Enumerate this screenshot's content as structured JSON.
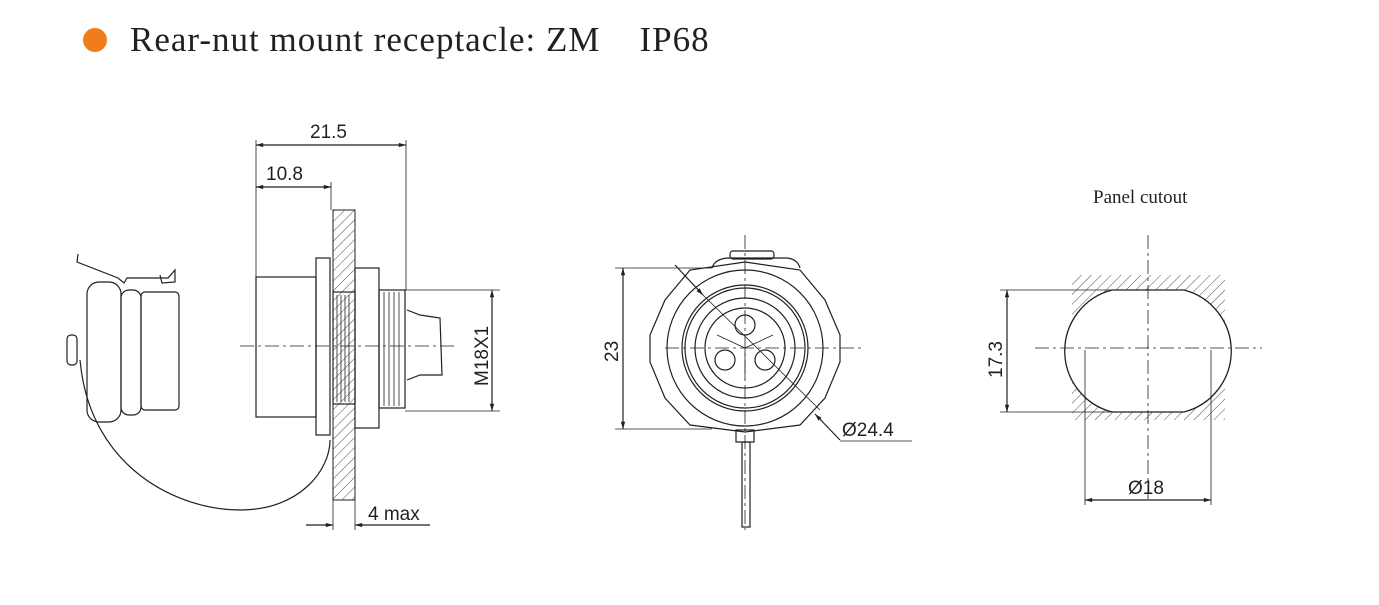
{
  "header": {
    "title": "Rear-nut mount receptacle: ZM    IP68",
    "bullet_color": "#f07d1c"
  },
  "side_view": {
    "dim_overall": "21.5",
    "dim_front": "10.8",
    "dim_thread": "M18X1",
    "dim_panel": "4 max"
  },
  "front_view": {
    "dim_height": "23",
    "dim_diameter": "Ø24.4"
  },
  "panel_cutout": {
    "label": "Panel cutout",
    "dim_height": "17.3",
    "dim_diameter": "Ø18"
  }
}
